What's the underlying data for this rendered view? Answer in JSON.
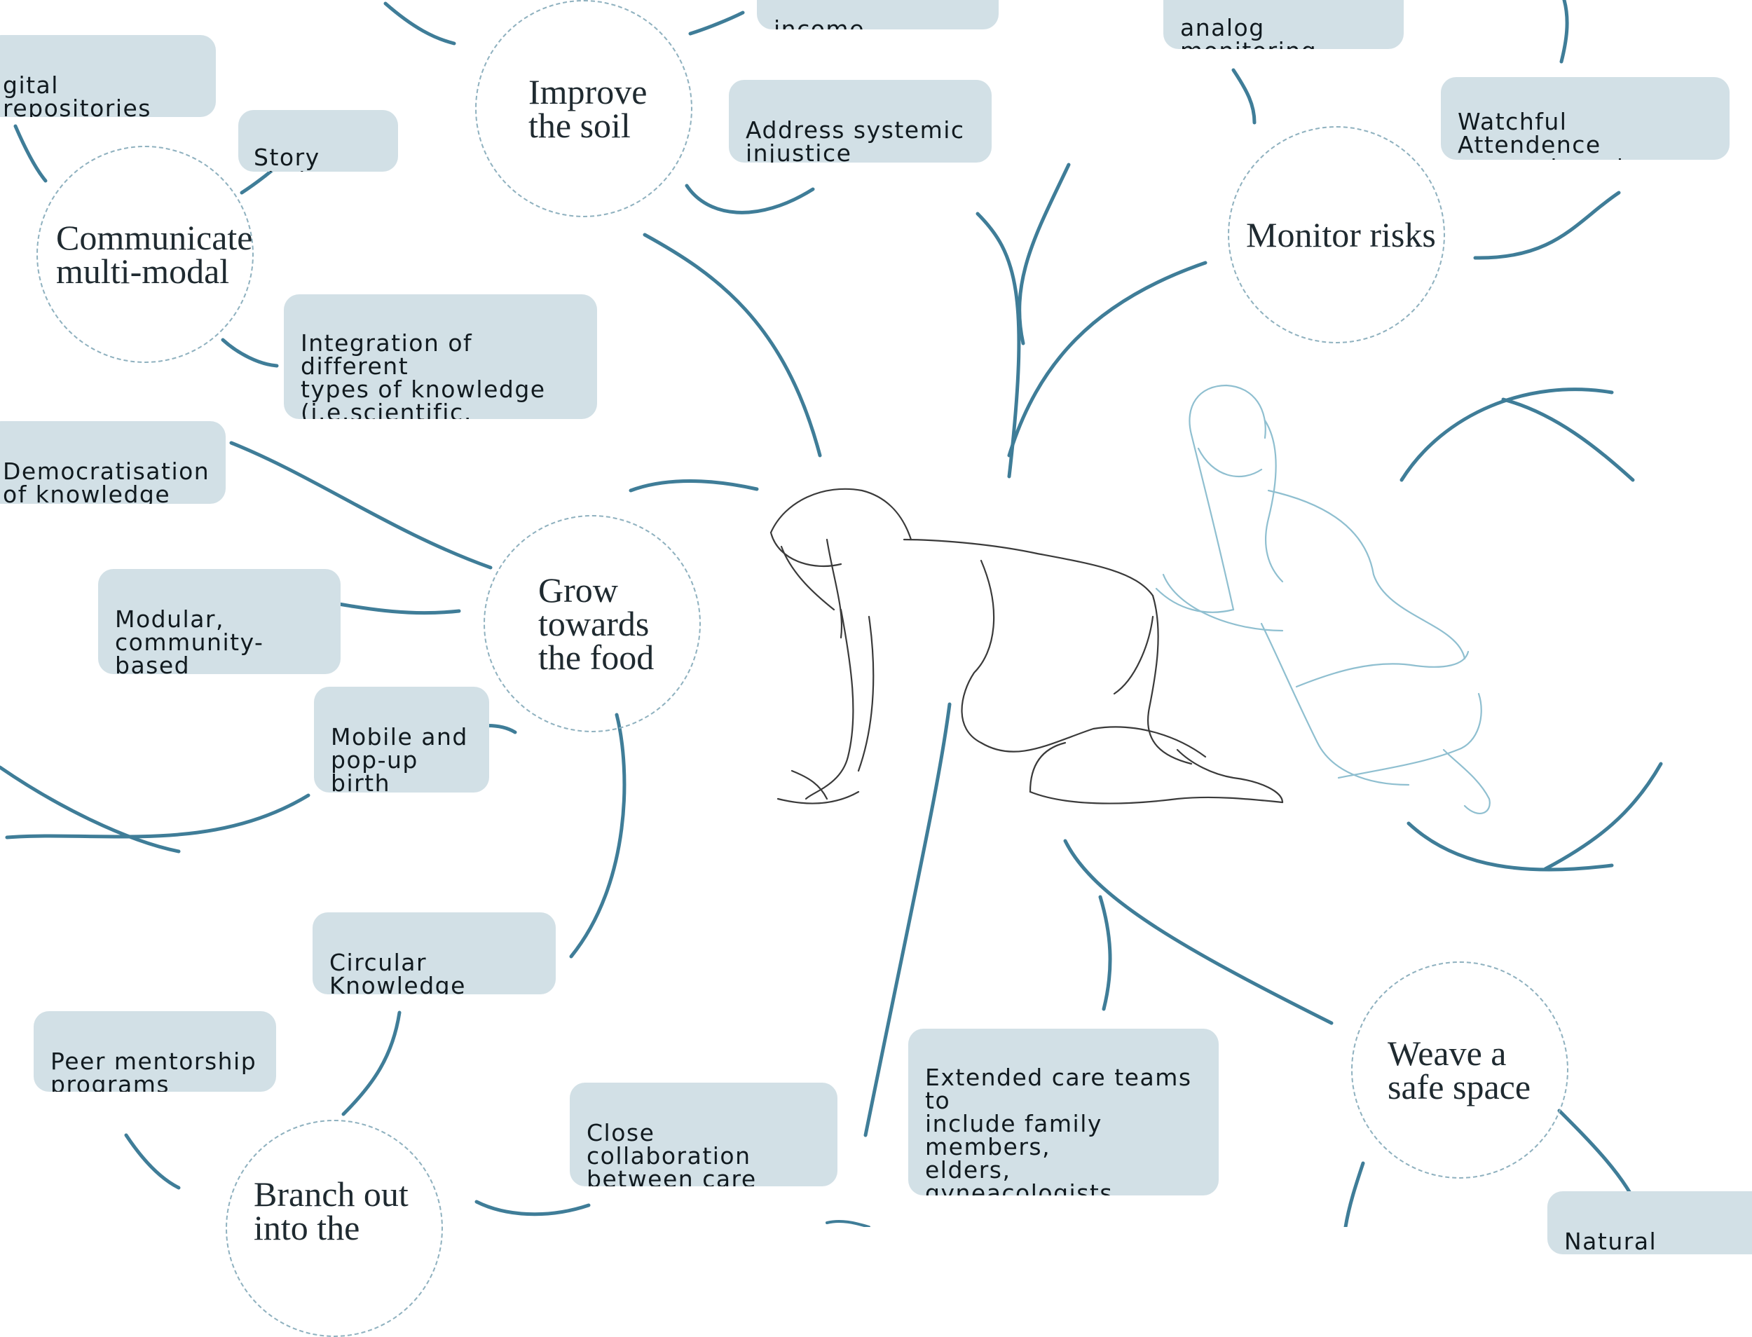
{
  "nodes": {
    "improve_soil": "Improve\nthe soil",
    "communicate": "Communicate\nmulti-modal",
    "monitor_risks": "Monitor risks",
    "grow_food": "Grow\ntowards\nthe food",
    "weave_space": "Weave a\nsafe space",
    "branch_out": "Branch out\ninto the"
  },
  "boxes": {
    "digital_repositories": "gital repositories",
    "story_circles": "Story circles",
    "income": "income",
    "address_injustice": "Address systemic\ninjustice",
    "analog_monitoring": "analog monitoring\ntechnologies",
    "watchful_attendance": "Watchful Attendence\nas non-invasive birth\nintervention",
    "integration_knowledge": "Integration of different\ntypes of knowledge\n(i.e.scientific,  ancestral,\nemobided, experiential)",
    "democratisation": "Democratisation\nof knowledge",
    "modular_hubs": "Modular,\ncommunity-based\ncare hubs",
    "mobile_birth_centers": "Mobile and\npop-up birth\ncenters",
    "circular_knowledge": "Circular Knowledge\nSystems",
    "peer_mentorship": "Peer mentorship\nprograms",
    "close_collaboration": "Close collaboration\nbetween care\nproviders",
    "extended_care_teams": "Extended care teams to\ninclude family members,\nelders, gyneacologists,\nhealers, peers, family\npets/companion animals,\nrivers, trees, plants",
    "natural_outdoor": "Natural outdoor"
  },
  "colors": {
    "branch": "#3f7d98",
    "box_fill": "#d2e0e6",
    "node_border": "#8fb1bf",
    "sketch_person": "#3a3a3a",
    "sketch_attendant": "#8fbfd0"
  }
}
